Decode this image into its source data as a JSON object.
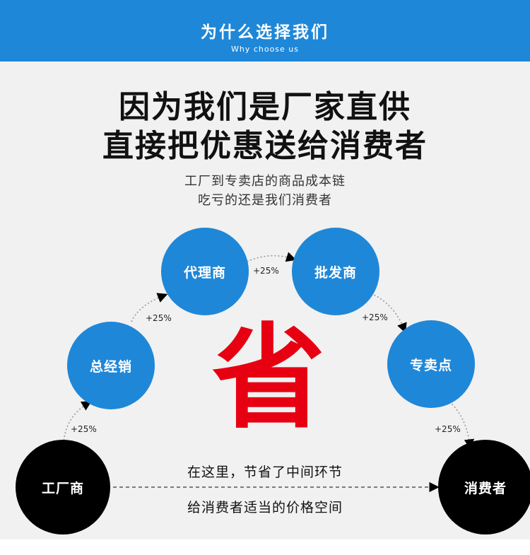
{
  "header": {
    "title": "为什么选择我们",
    "subtitle": "Why choose us"
  },
  "headline": {
    "line1": "因为我们是厂家直供",
    "line2": "直接把优惠送给消费者"
  },
  "subline": {
    "line1": "工厂到专卖店的商品成本链",
    "line2": "吃亏的还是我们消费者"
  },
  "chain": {
    "factory": "工厂商",
    "distributor": "总经销",
    "agent": "代理商",
    "wholesaler": "批发商",
    "store": "专卖点",
    "consumer": "消费者"
  },
  "markups": {
    "factory_to_distributor": "+25%",
    "distributor_to_agent": "+25%",
    "agent_to_wholesaler": "+25%",
    "wholesaler_to_store": "+25%",
    "store_to_consumer": "+25%"
  },
  "center_char": "省",
  "caption": {
    "line1": "在这里，节省了中间环节",
    "line2": "给消费者适当的价格空间"
  },
  "colors": {
    "blue": "#1f87d8",
    "red": "#e60012",
    "black": "#000000",
    "background": "#f1f1f1"
  }
}
